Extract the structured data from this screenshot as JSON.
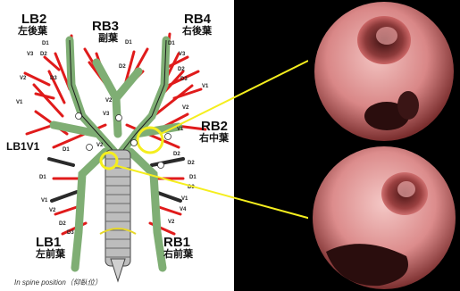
{
  "labels": {
    "lb2": "LB2",
    "lb2_jp": "左後葉",
    "rb3": "RB3",
    "rb3_jp": "副葉",
    "rb4": "RB4",
    "rb4_jp": "右後葉",
    "rb2": "RB2",
    "rb2_jp": "右中葉",
    "lb1v1": "LB1V1",
    "lb1": "LB1",
    "lb1_jp": "左前葉",
    "rb1": "RB1",
    "rb1_jp": "右前葉",
    "caption": "In spine position（仰臥位）"
  },
  "segments": {
    "d1_a": "D1",
    "d2_a": "D2",
    "v3_a": "V3",
    "v2_a": "V2",
    "d3_a": "D3",
    "v1_a": "V1",
    "d1_b": "D1",
    "d2_b": "D2",
    "v2_b": "V2",
    "v3_b": "V3",
    "d1_c": "D1",
    "d2_c": "D2",
    "d3_c": "D3",
    "v1_c": "V1",
    "v2_c": "V2",
    "d1_d": "D1",
    "d2_d": "D2",
    "d3_d": "D3",
    "v1_d": "V1",
    "v2_d": "V2",
    "v4_d": "V4",
    "d1_e": "D1",
    "v2_e": "V2",
    "d2_e": "D2",
    "d3_e": "D3",
    "v1_e": "V1",
    "v2_f": "V2",
    "v1_f": "V1",
    "d1_f": "D1",
    "d2_f": "D2",
    "v3_f": "V3"
  },
  "colors": {
    "airway": "#7fae74",
    "branch": "#e01b1b",
    "callout": "#f5ee1e",
    "trachea": "#bdbdbd",
    "mucosa": "#d98787"
  }
}
